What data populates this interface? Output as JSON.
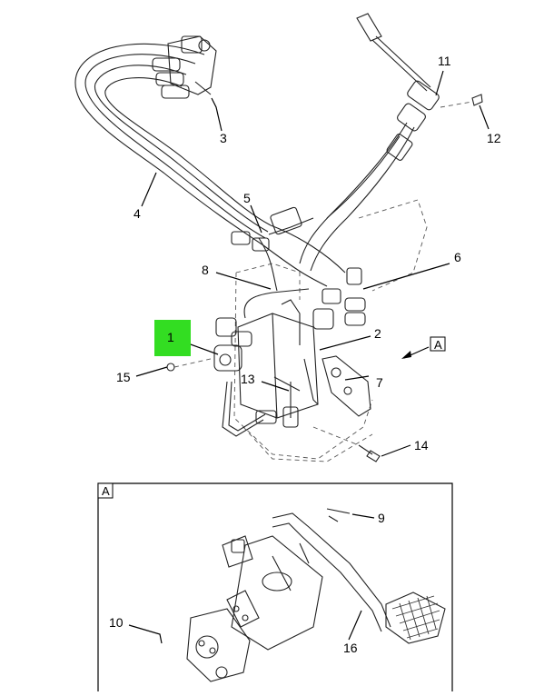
{
  "diagram": {
    "highlight_color": "#33dd22",
    "highlighted_callout": "1",
    "callouts": {
      "c1": "1",
      "c2": "2",
      "c3": "3",
      "c4": "4",
      "c5": "5",
      "c6": "6",
      "c7": "7",
      "c8": "8",
      "c9": "9",
      "c10": "10",
      "c11": "11",
      "c12": "12",
      "c13": "13",
      "c14": "14",
      "c15": "15",
      "c16": "16"
    },
    "view_marker_main": "A",
    "detail_label": "A"
  }
}
